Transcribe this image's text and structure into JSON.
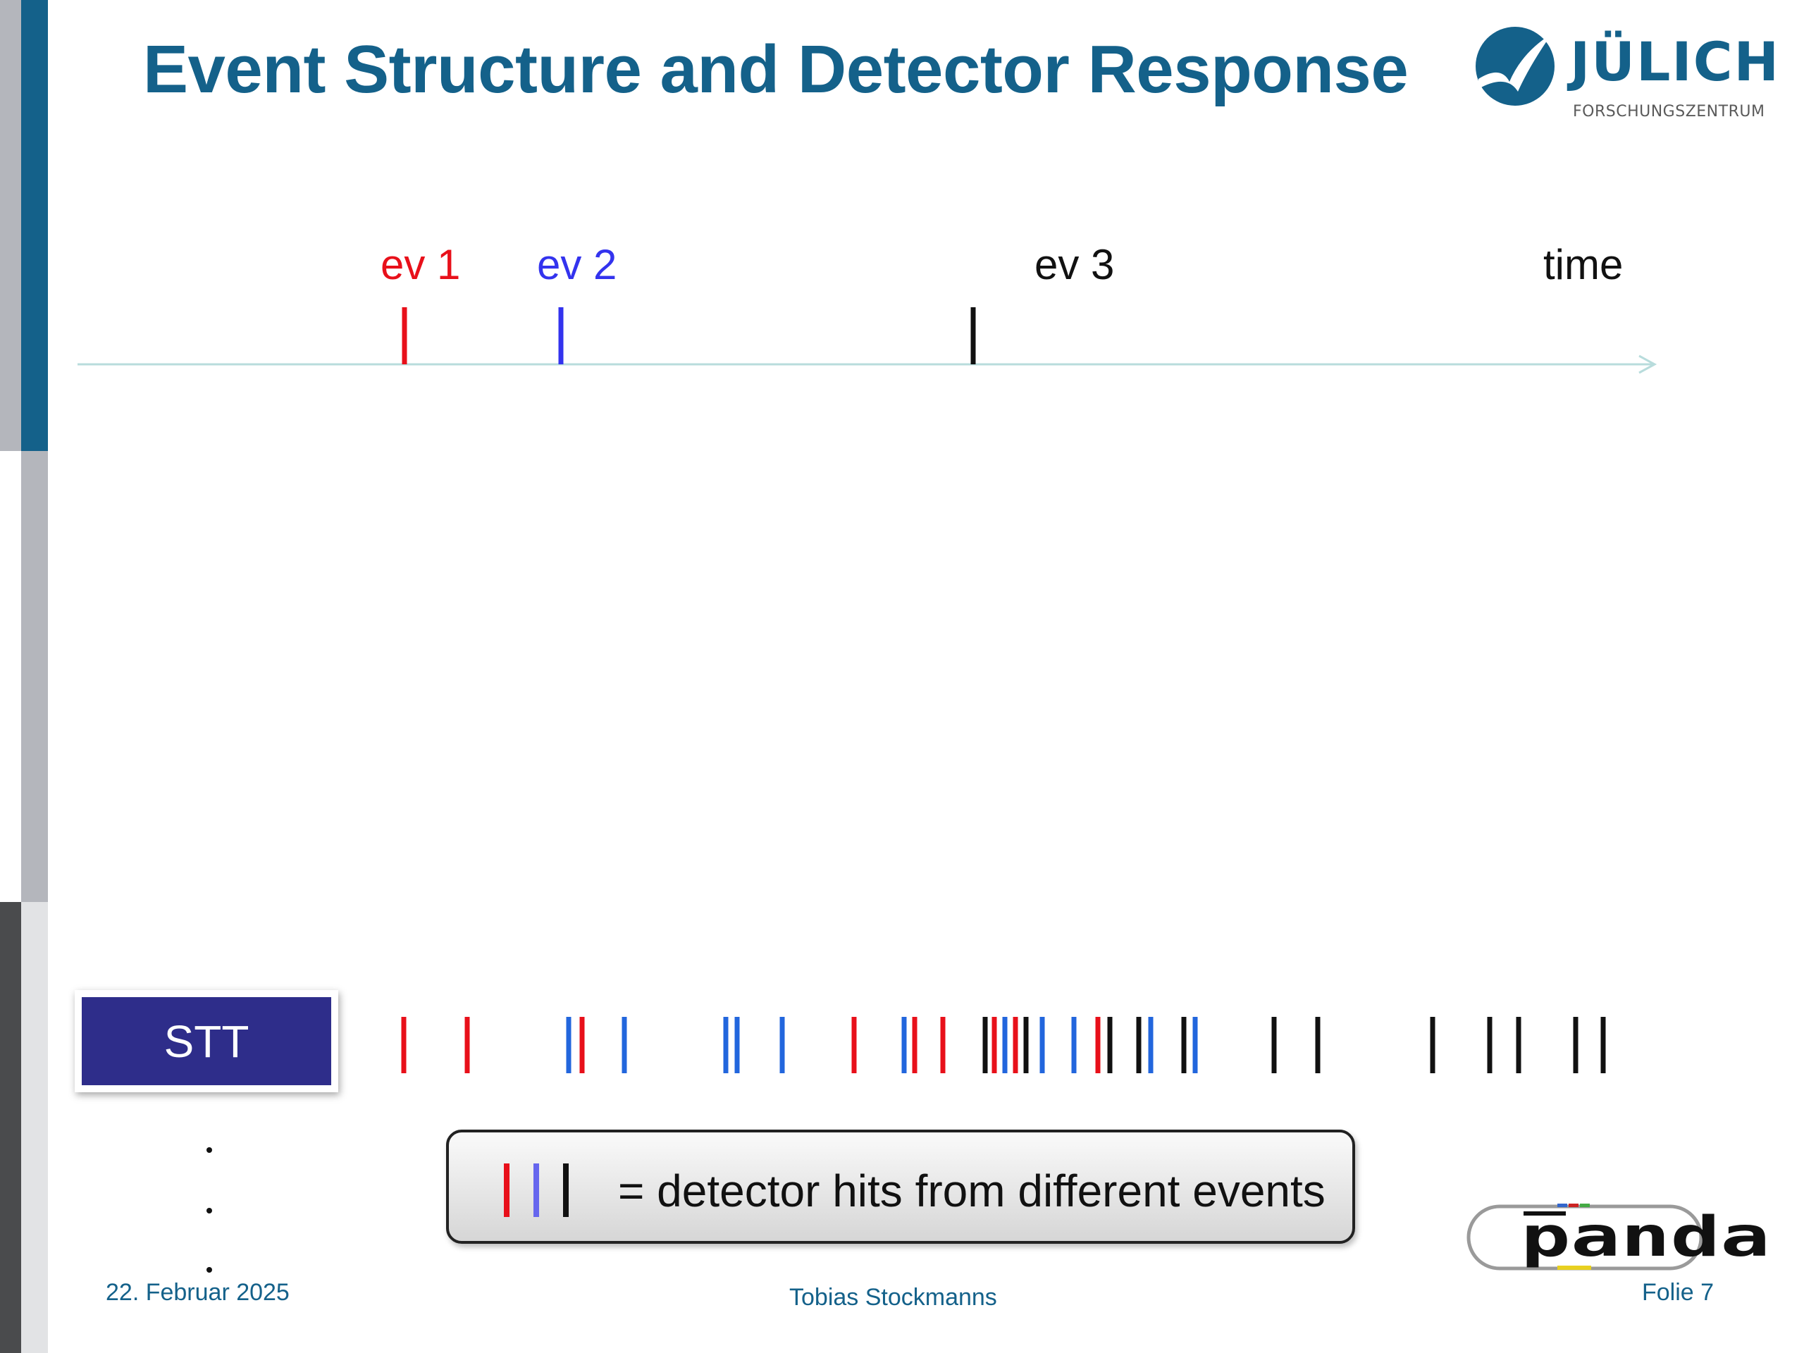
{
  "slide": {
    "title": "Event Structure and Detector Response",
    "logo": {
      "name": "JÜLICH",
      "subtitle": "FORSCHUNGSZENTRUM"
    },
    "colors": {
      "brand_blue": "#14618a",
      "event1": "#e8101a",
      "event2": "#3333ee",
      "event3": "#111111",
      "stt_box": "#2e2d8a"
    }
  },
  "timeline": {
    "events": [
      {
        "label": "ev 1",
        "color": "#e8101a"
      },
      {
        "label": "ev 2",
        "color": "#3333ee"
      },
      {
        "label": "ev 3",
        "color": "#111111"
      }
    ],
    "axis_label": "time"
  },
  "detector": {
    "label": "STT",
    "hits": [
      "red",
      "red",
      "blue",
      "red",
      "blue",
      "blue",
      "blue",
      "blue",
      "red",
      "blue",
      "red",
      "red",
      "black",
      "red",
      "blue",
      "red",
      "black",
      "blue",
      "blue",
      "red",
      "black",
      "black",
      "blue",
      "black",
      "blue",
      "black",
      "black",
      "black",
      "black",
      "black",
      "black",
      "black"
    ]
  },
  "legend": {
    "colors": [
      "#e8101a",
      "#6666ee",
      "#111111"
    ],
    "text": "= detector hits from different events"
  },
  "footer": {
    "date": "22. Februar 2025",
    "author": "Tobias Stockmanns",
    "page": "Folie 7"
  },
  "panda_logo": {
    "text": "panda"
  }
}
